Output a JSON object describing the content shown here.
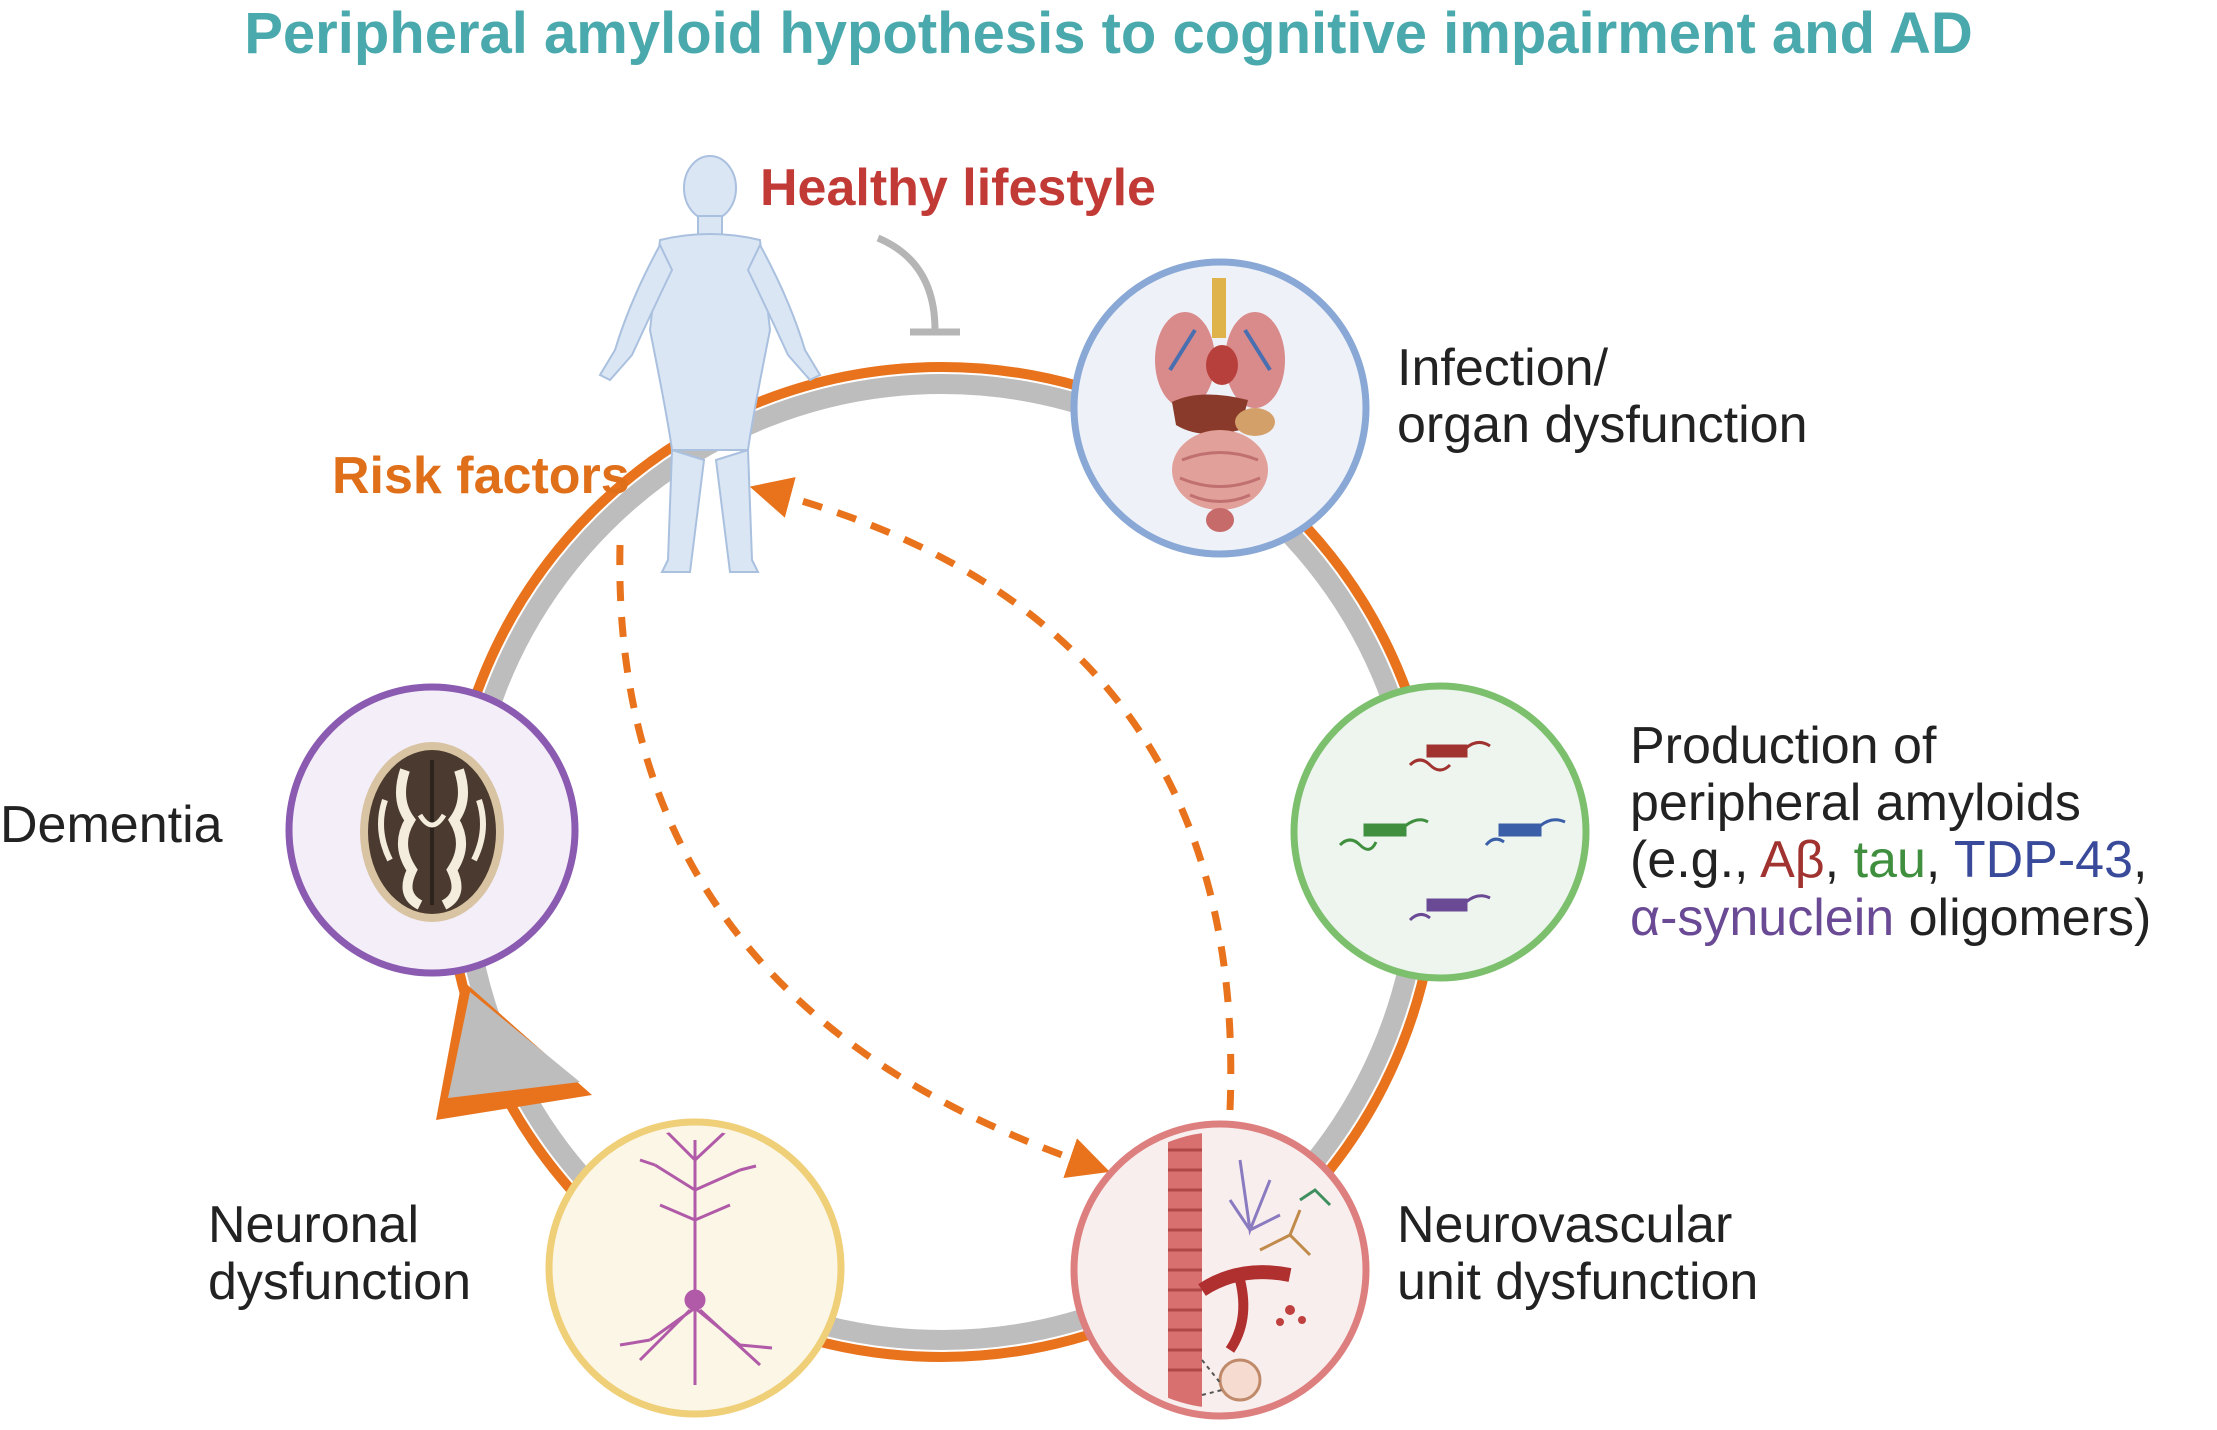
{
  "title": "Peripheral amyloid hypothesis to cognitive impairment and AD",
  "labels": {
    "healthy_lifestyle": "Healthy lifestyle",
    "risk_factors": "Risk factors",
    "infection_line1": "Infection/",
    "infection_line2": "organ dysfunction",
    "production_line1": "Production of",
    "production_line2": "peripheral amyloids",
    "production_line3_open": "(e.g., ",
    "abeta": "Aβ",
    "sep1": ", ",
    "tau": "tau",
    "sep2": ", ",
    "tdp43": "TDP-43",
    "sep3": ",",
    "alpha_syn": "α-synuclein",
    "production_line4_close": " oligomers)",
    "dementia": "Dementia",
    "neuronal_line1": "Neuronal",
    "neuronal_line2": "dysfunction",
    "neurovascular_line1": "Neurovascular",
    "neurovascular_line2": "unit dysfunction"
  },
  "colors": {
    "title": "#49a9ac",
    "healthy_lifestyle": "#c23a36",
    "risk_factors": "#e06f1a",
    "cycle_orange": "#e8731c",
    "cycle_grey": "#bdbdbd",
    "abeta": "#a03230",
    "tau": "#3f8f3f",
    "tdp43": "#3a4a9a",
    "alpha_syn": "#6a4a94",
    "circle_infection": "#8aa8d6",
    "circle_production": "#7cc06e",
    "circle_neurovascular": "#de7f7f",
    "circle_neuronal": "#efcf78",
    "circle_dementia": "#8a5bb0"
  },
  "icons": {
    "human": "human-figure-icon",
    "organs": "organs-icon",
    "amyloid": "amyloid-fibril-icon",
    "neurovascular": "neurovascular-unit-icon",
    "neuron": "neuron-icon",
    "brain": "brain-section-icon"
  }
}
